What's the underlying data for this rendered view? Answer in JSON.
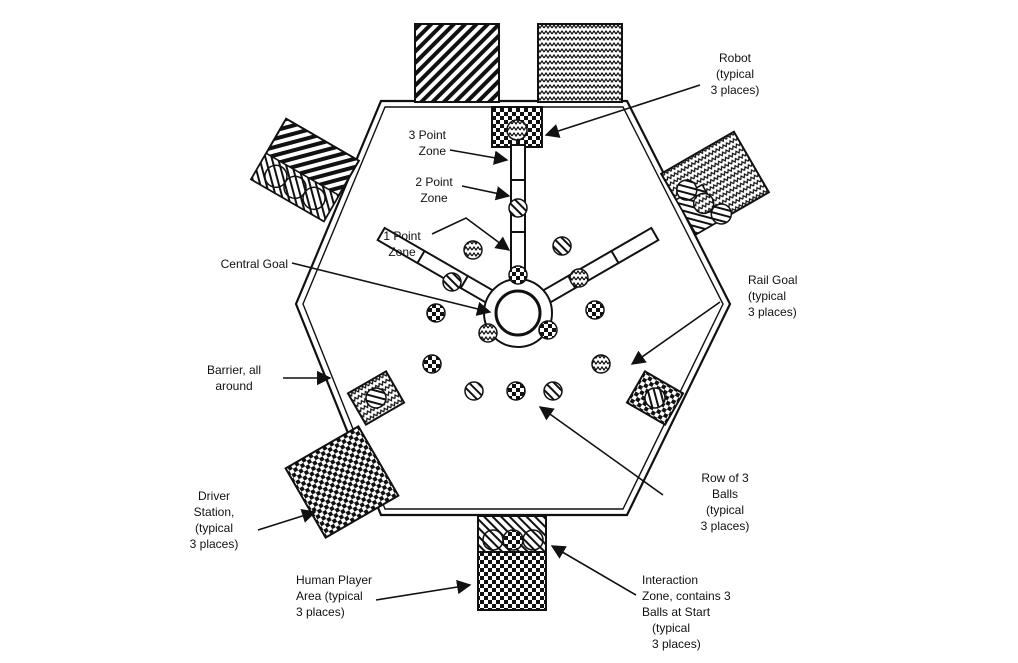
{
  "labels": {
    "robot": [
      "Robot",
      "(typical",
      "3 places)"
    ],
    "three_point_zone": [
      "3 Point",
      "Zone"
    ],
    "two_point_zone": [
      "2  Point",
      "Zone"
    ],
    "one_point_zone": [
      "1 Point",
      "Zone"
    ],
    "central_goal": [
      "Central Goal"
    ],
    "rail_goal": [
      "Rail Goal",
      "(typical",
      "3 places)"
    ],
    "barrier": [
      "Barrier, all",
      "around"
    ],
    "row_of_balls": [
      "Row of 3",
      "Balls",
      "(typical",
      "3 places)"
    ],
    "driver_station": [
      "Driver",
      "Station,",
      "(typical",
      "3 places)"
    ],
    "human_player_area": [
      "Human Player",
      "Area (typical",
      "3 places)"
    ],
    "interaction_zone": [
      "Interaction",
      "Zone,  contains 3",
      "Balls  at Start",
      "(typical",
      "3 places)"
    ]
  },
  "colors": {
    "ink": "#111111",
    "paper": "#ffffff"
  }
}
